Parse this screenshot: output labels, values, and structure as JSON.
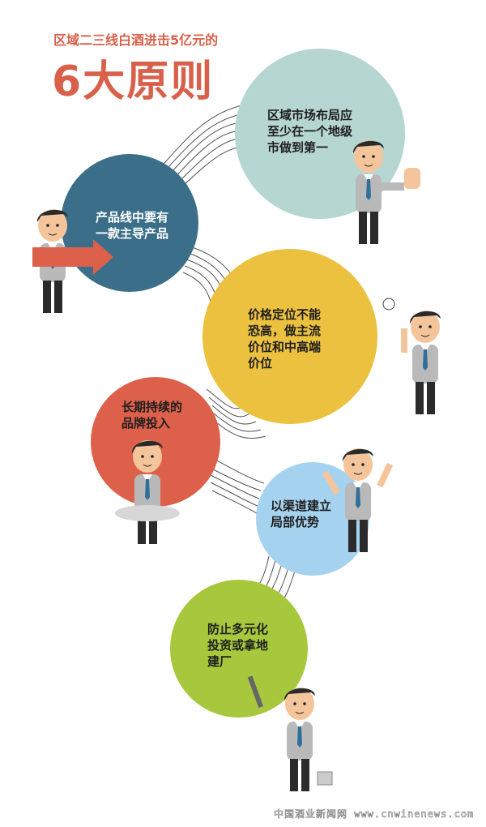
{
  "header": {
    "subtitle": "区域二三线白酒进击5亿元的",
    "title": "6大原则"
  },
  "principles": [
    {
      "text_lines": [
        "区域市场布局应",
        "至少在一个地级",
        "市做到第一"
      ],
      "color": "#b6d6d1"
    },
    {
      "text_lines": [
        "产品线中要有",
        "一款主导产品"
      ],
      "color": "#3b6f89"
    },
    {
      "text_lines": [
        "价格定位不能",
        "恐高，做主流",
        "价位和中高端",
        "价位"
      ],
      "color": "#ecc13f"
    },
    {
      "text_lines": [
        "长期持续的",
        "品牌投入"
      ],
      "color": "#dc604a"
    },
    {
      "text_lines": [
        "以渠道建立",
        "局部优势"
      ],
      "color": "#a5d3ef"
    },
    {
      "text_lines": [
        "防止多元化",
        "投资或拿地",
        "建厂"
      ],
      "color": "#a7c83c"
    }
  ],
  "watermark": "中国酒业新闻网 www.cnwinenews.com"
}
